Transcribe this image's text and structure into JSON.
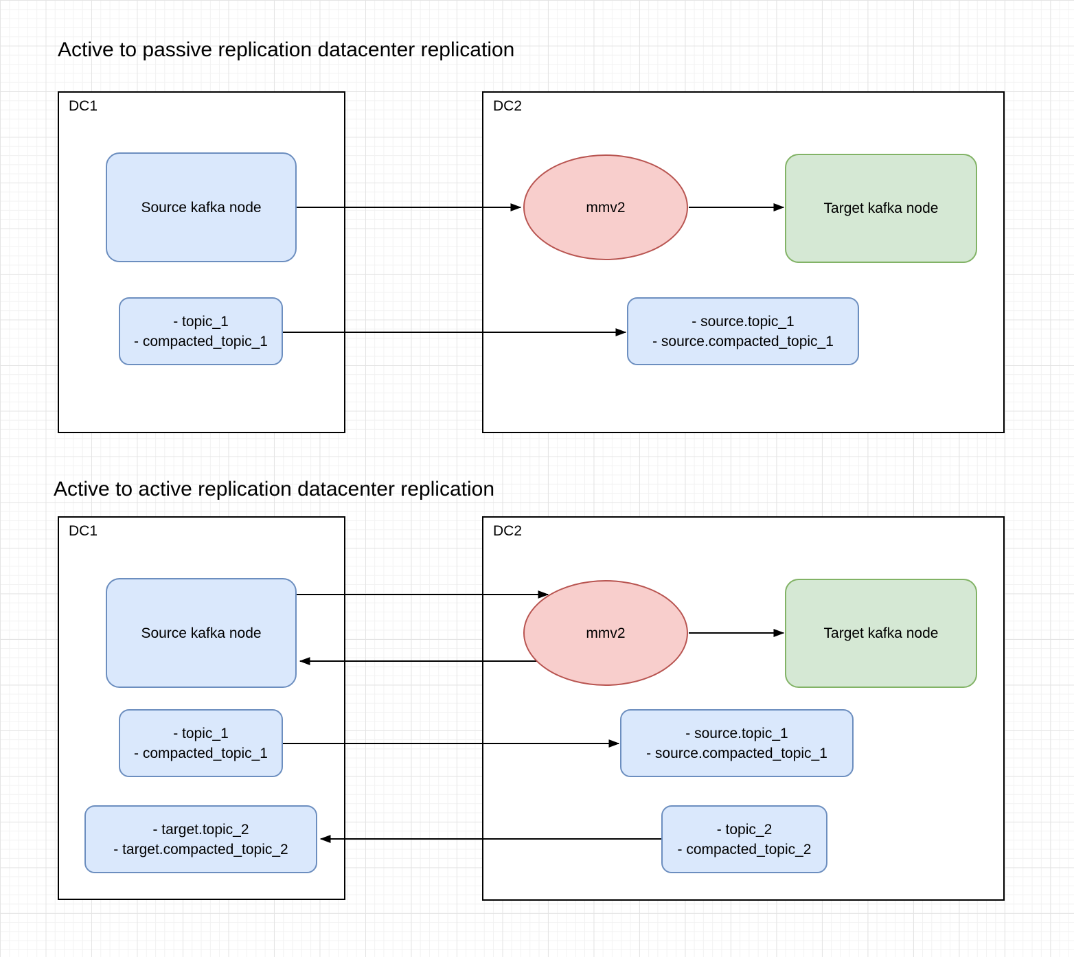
{
  "colors": {
    "background": "#ffffff",
    "grid_minor": "#f2f2f2",
    "grid_major": "#e4e4e4",
    "dc_border": "#000000",
    "node_blue_fill": "#dae8fc",
    "node_blue_border": "#6c8ebf",
    "mmv2_fill": "#f8cecc",
    "mmv2_border": "#b85450",
    "target_fill": "#d5e8d4",
    "target_border": "#82b366",
    "arrow": "#000000",
    "text": "#000000"
  },
  "d1": {
    "title": "Active to passive replication datacenter replication",
    "dc1_label": "DC1",
    "dc2_label": "DC2",
    "source_node_label": "Source kafka node",
    "mmv2_label": "mmv2",
    "target_node_label": "Target kafka node",
    "dc1_topics": [
      "- topic_1",
      "- compacted_topic_1"
    ],
    "dc2_topics": [
      "- source.topic_1",
      "- source.compacted_topic_1"
    ],
    "edges": [
      {
        "from": "source-kafka-node",
        "to": "mmv2"
      },
      {
        "from": "mmv2",
        "to": "target-kafka-node"
      },
      {
        "from": "dc1-topics",
        "to": "dc2-topics"
      }
    ]
  },
  "d2": {
    "title": "Active to active replication datacenter replication",
    "dc1_label": "DC1",
    "dc2_label": "DC2",
    "source_node_label": "Source kafka node",
    "mmv2_label": "mmv2",
    "target_node_label": "Target kafka node",
    "dc1_topics_1": [
      "- topic_1",
      "- compacted_topic_1"
    ],
    "dc1_topics_2": [
      "- target.topic_2",
      "- target.compacted_topic_2"
    ],
    "dc2_topics_1": [
      "- source.topic_1",
      "- source.compacted_topic_1"
    ],
    "dc2_topics_2": [
      "- topic_2",
      "- compacted_topic_2"
    ],
    "edges": [
      {
        "from": "source-kafka-node",
        "to": "mmv2"
      },
      {
        "from": "mmv2",
        "to": "source-kafka-node"
      },
      {
        "from": "mmv2",
        "to": "target-kafka-node"
      },
      {
        "from": "dc1-topics-1",
        "to": "dc2-topics-1"
      },
      {
        "from": "dc2-topics-2",
        "to": "dc1-topics-2"
      }
    ]
  }
}
